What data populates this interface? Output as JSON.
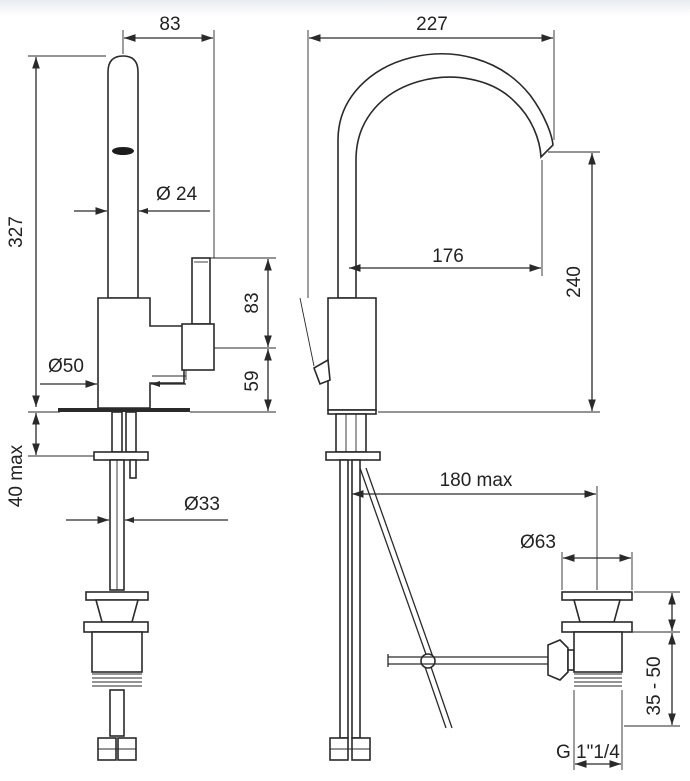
{
  "dimensions": {
    "top_width_left": "83",
    "spout_diameter": "Ø 24",
    "total_height": "327",
    "lever_height": "83",
    "body_height": "59",
    "base_diameter": "Ø50",
    "deck_thickness": "40 max",
    "shank_diameter": "Ø33",
    "reach_total": "227",
    "reach_spout": "176",
    "spout_height": "240",
    "pullrod_reach": "180 max",
    "waste_diameter": "Ø63",
    "waste_range": "35 - 50",
    "waste_thread": "G 1\"1/4"
  }
}
